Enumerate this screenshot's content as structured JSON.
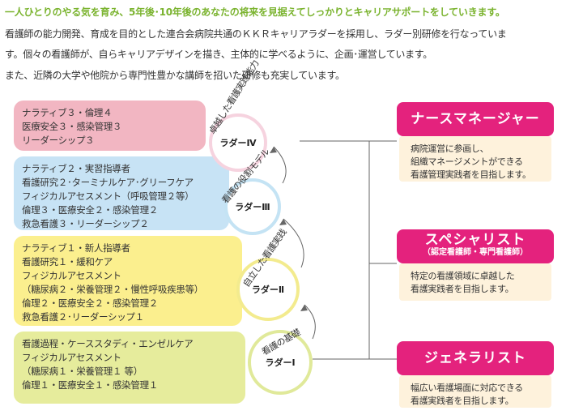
{
  "intro": {
    "lead": "一人ひとりのやる気を育み、5年後･10年後のあなたの将来を見据えてしっかりとキャリアサポートをしていきます。",
    "lines": [
      "看護師の能力開発、育成を目的とした連合会病院共通のＫＫＲキャリアラダーを採用し、ラダー別研修を行なっていま",
      "す。個々の看護師が、自らキャリアデザインを描き、主体的に学べるように、企画･運営しています。",
      "また、近隣の大学や他院から専門性豊かな講師を招いた研修も充実しています。"
    ]
  },
  "ladders": [
    {
      "label": "ラダーⅣ",
      "arc": "卓越した看護実践能力",
      "items": [
        "ナラティブ３・倫理４",
        "医療安全３・感染管理３",
        "リーダーシップ３"
      ]
    },
    {
      "label": "ラダーⅢ",
      "arc": "看護の役割モデル",
      "items": [
        "ナラティブ２・実習指導者",
        "看護研究２･ターミナルケア･グリーフケア",
        "フィジカルアセスメント（呼吸管理２等）",
        "倫理３・医療安全２・感染管理２",
        "救急看護３・リーダーシップ２"
      ]
    },
    {
      "label": "ラダーⅡ",
      "arc": "自立した看護実践",
      "items": [
        "ナラティブ１・新人指導者",
        "看護研究１・緩和ケア",
        "フィジカルアセスメント",
        "（糖尿病２・栄養管理２・慢性呼吸疾患等）",
        "倫理２・医療安全２・感染管理２",
        "救急看護２･リーダーシップ１"
      ]
    },
    {
      "label": "ラダーⅠ",
      "arc": "看護の基礎",
      "items": [
        "看護過程・ケーススタディ・エンゼルケア",
        "フィジカルアセスメント",
        "（糖尿病１・栄養管理１ 等）",
        "倫理１・医療安全１・感染管理１"
      ]
    }
  ],
  "roles": [
    {
      "title": "ナースマネージャー",
      "subtitle": "",
      "desc": [
        "病院運営に参画し、",
        "組織マネージメントができる",
        "看護管理実践者を目指します。"
      ]
    },
    {
      "title": "スペシャリスト",
      "subtitle": "（認定看護師・専門看護師）",
      "desc": [
        "特定の看護領域に卓越した",
        "看護実践者を目指します。"
      ]
    },
    {
      "title": "ジェネラリスト",
      "subtitle": "",
      "desc": [
        "幅広い看護場面に対応できる",
        "看護実践者を目指します。"
      ]
    }
  ],
  "colors": {
    "lead_text": "#7ab32e",
    "ladder4": "#f2b6c2",
    "ladder3": "#c7e3f5",
    "ladder2": "#fbef8e",
    "ladder1": "#e6ec9c",
    "role_header": "#e4227d",
    "role_body": "#fef2dc"
  }
}
